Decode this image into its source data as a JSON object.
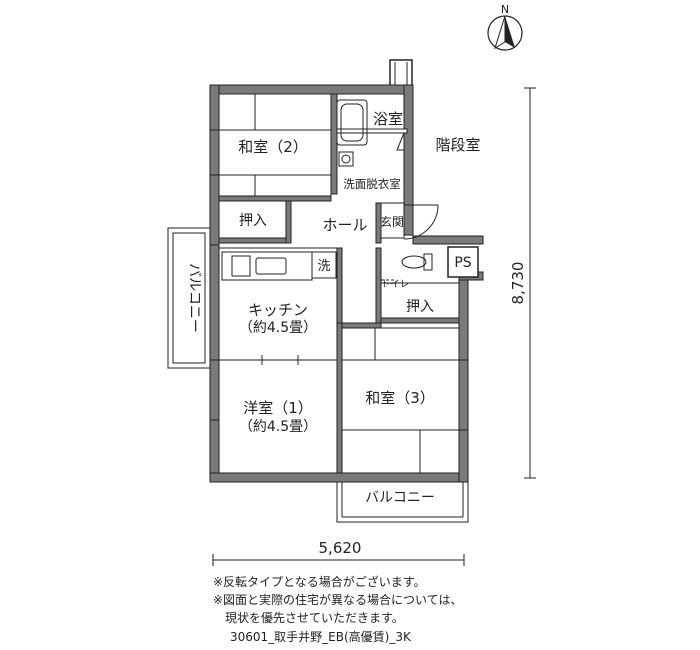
{
  "compass": {
    "north_label": "N"
  },
  "rooms": {
    "washitsu2": "和室（2）",
    "yokushitsu": "浴室",
    "kaidanshitsu": "階段室",
    "senmen": "洗面脱衣室",
    "oshiire_top": "押入",
    "hall": "ホール",
    "genkan": "玄関",
    "balcony_west": "バルコニー",
    "sentaku": "洗",
    "ps": "PS",
    "toilet": "トイレ",
    "oshiire_mid": "押入",
    "kitchen": "キッチン",
    "kitchen_size": "（約4.5畳）",
    "youshitsu1": "洋室（1）",
    "youshitsu1_size": "（約4.5畳）",
    "washitsu3": "和室（3）",
    "balcony_south": "バルコニー"
  },
  "dimensions": {
    "width": "5,620",
    "depth": "8,730"
  },
  "notes": {
    "line1": "※反転タイプとなる場合がございます。",
    "line2": "※図面と実際の住宅が異なる場合については、",
    "line3": "　現状を優先させていただきます。"
  },
  "code": "30601_取手井野_EB(高優賃)_3K"
}
